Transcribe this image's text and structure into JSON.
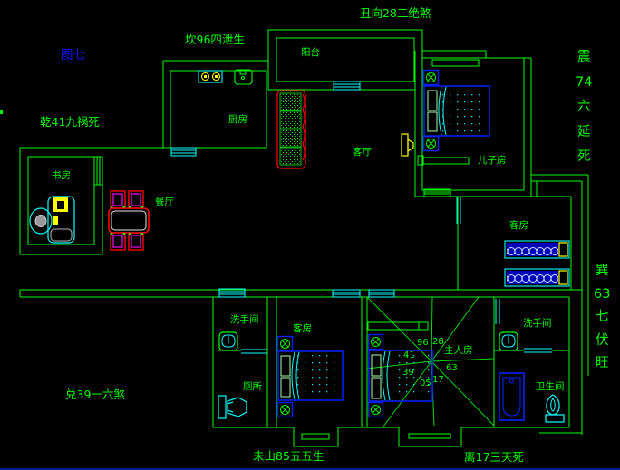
{
  "title_label": "图七",
  "annotations": {
    "top_center": "丑向28二绝煞",
    "upper_left": "坎96四泄生",
    "left": "乾41九祸死",
    "lower_left": "兑39一六煞",
    "bottom_left": "未山85五五生",
    "bottom_right": "离17三天死",
    "right_upper_chars": [
      "震",
      "74",
      "六",
      "延",
      "死"
    ],
    "right_lower_chars": [
      "巽",
      "63",
      "七",
      "伏",
      "旺"
    ]
  },
  "rooms": {
    "balcony": "阳台",
    "kitchen": "厨房",
    "living_room": "客厅",
    "son_room": "儿子房",
    "study": "书房",
    "dining": "餐厅",
    "guest_room_upper": "客房",
    "guest_room_lower": "客房",
    "washroom_left": "洗手间",
    "washroom_right": "洗手间",
    "toilet": "厕所",
    "bathroom": "卫生间",
    "master_room": "主人房"
  },
  "compass": {
    "numbers": [
      "96",
      "28",
      "41",
      "63",
      "39",
      "05",
      "17"
    ]
  },
  "colors": {
    "wall": "#00ff00",
    "fixture": "#00ffff",
    "furniture_blue": "#0000ff",
    "accent_red": "#ff0000",
    "accent_magenta": "#ff00ff",
    "accent_yellow": "#ffff00",
    "figure_label_blue": "#1414ff",
    "background": "#000000"
  }
}
